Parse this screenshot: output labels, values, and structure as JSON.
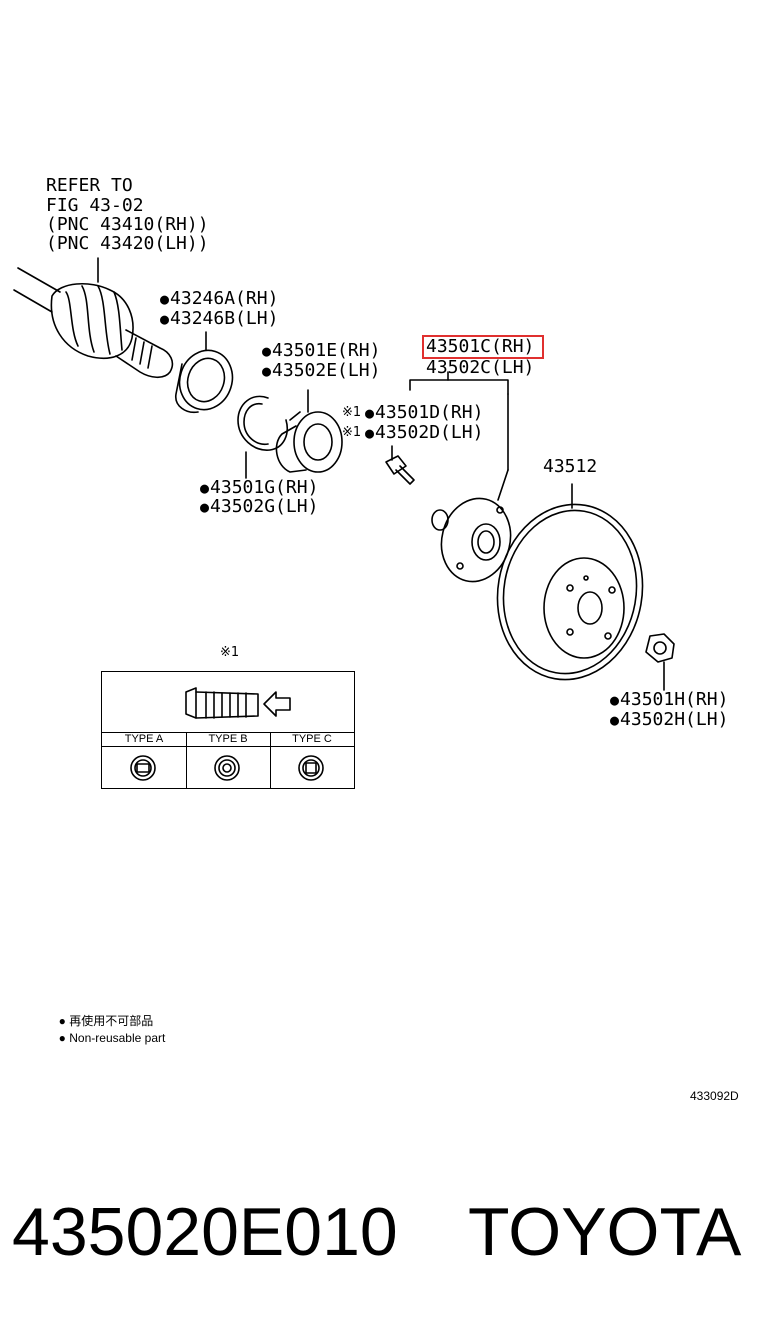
{
  "refer": {
    "line1": "REFER TO",
    "line2": "FIG 43-02",
    "line3": "(PNC 43410(RH))",
    "line4": "(PNC 43420(LH))"
  },
  "labels": {
    "p43246a": "43246A(RH)",
    "p43246b": "43246B(LH)",
    "p43501e": "43501E(RH)",
    "p43502e": "43502E(LH)",
    "p43501c": "43501C(RH)",
    "p43502c": "43502C(LH)",
    "p43501d": "43501D(RH)",
    "p43502d": "43502D(LH)",
    "p43501g": "43501G(RH)",
    "p43502g": "43502G(LH)",
    "p43512": "43512",
    "p43501h": "43501H(RH)",
    "p43502h": "43502H(LH)",
    "ref_mark_d1": "※1",
    "ref_mark_d2": "※1"
  },
  "inset": {
    "ref_mark": "※1",
    "types": [
      "TYPE A",
      "TYPE B",
      "TYPE C"
    ]
  },
  "legend": {
    "cn": "再使用不可部品",
    "en": "Non-reusable part"
  },
  "figure_code": "433092D",
  "footer": {
    "part_number": "435020E010",
    "brand": "TOYOTA"
  },
  "colors": {
    "highlight": "#e0302f",
    "ink": "#000000"
  }
}
